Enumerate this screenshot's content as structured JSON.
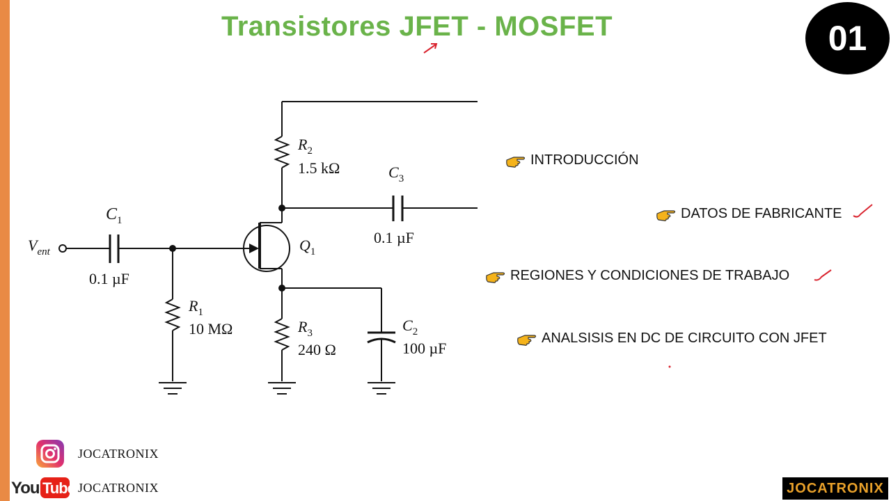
{
  "header": {
    "title": "Transistores JFET - MOSFET",
    "badge": "01"
  },
  "circuit": {
    "vin_label": "V",
    "vin_sub": "ent",
    "c1": {
      "name": "C",
      "sub": "1",
      "value": "0.1 µF"
    },
    "r1": {
      "name": "R",
      "sub": "1",
      "value": "10 MΩ"
    },
    "r2": {
      "name": "R",
      "sub": "2",
      "value": "1.5 kΩ"
    },
    "r3": {
      "name": "R",
      "sub": "3",
      "value": "240 Ω"
    },
    "q1": {
      "name": "Q",
      "sub": "1"
    },
    "c3": {
      "name": "C",
      "sub": "3",
      "value": "0.1 µF"
    },
    "c2": {
      "name": "C",
      "sub": "2",
      "value": "100 µF"
    }
  },
  "topics": [
    "INTRODUCCIÓN",
    "DATOS DE FABRICANTE",
    "REGIONES Y CONDICIONES DE TRABAJO",
    "ANALSISIS EN DC DE CIRCUITO CON JFET"
  ],
  "social": {
    "instagram_handle": "JOCATRONIX",
    "youtube_handle": "JOCATRONIX",
    "youtube_wordmark": "YouTube"
  },
  "brand_logo": "JOCATRONIX",
  "colors": {
    "title": "#6ab34a",
    "accent_bar": "#e98a45",
    "hand": "#f5b31b",
    "check": "#d9232e"
  }
}
